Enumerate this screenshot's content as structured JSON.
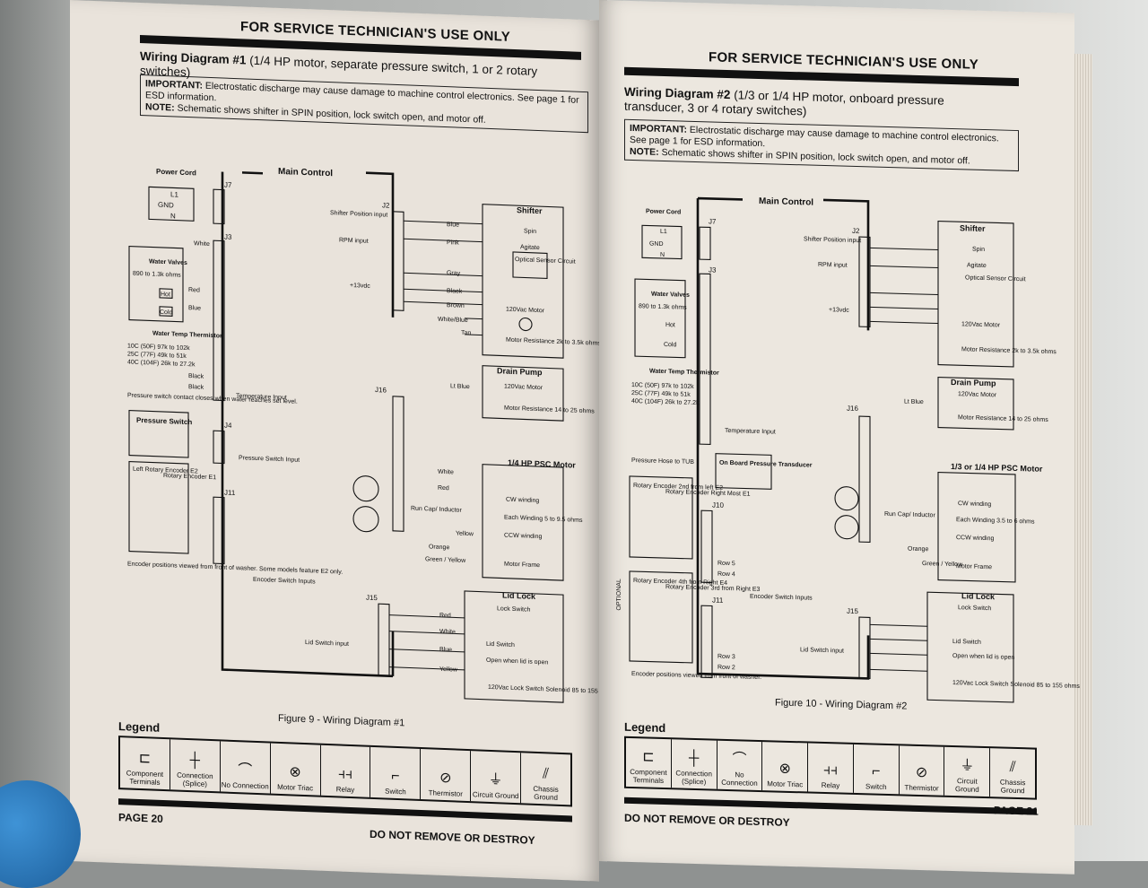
{
  "left": {
    "header": "FOR SERVICE TECHNICIAN'S USE ONLY",
    "title_bold": "Wiring Diagram #1",
    "title_rest": "(1/4 HP motor, separate pressure switch, 1 or 2 rotary switches)",
    "important_label": "IMPORTANT:",
    "important_text": "Electrostatic discharge may cause damage to machine control electronics. See page 1 for ESD information.",
    "note_label": "NOTE:",
    "note_text": "Schematic shows shifter in SPIN position, lock switch open, and motor off.",
    "figure_caption": "Figure 9 - Wiring Diagram #1",
    "legend_title": "Legend",
    "page_number": "PAGE 20",
    "footer": "DO NOT REMOVE OR DESTROY",
    "diagram": {
      "main_control": "Main Control",
      "power_cord": "Power Cord",
      "l1": "L1",
      "gnd": "GND",
      "n": "N",
      "j7": "J7",
      "j3": "J3",
      "j2": "J2",
      "j4": "J4",
      "j11": "J11",
      "j16": "J16",
      "j15": "J15",
      "white": "White",
      "water_valves": "Water Valves",
      "valve_ohms": "890 to 1.3k ohms",
      "hot": "Hot",
      "cold": "Cold",
      "red": "Red",
      "blue": "Blue",
      "thermistor_title": "Water Temp Thermistor",
      "therm_10c": "10C (50F) 97k to 102k",
      "therm_25c": "25C (77F) 49k to 51k",
      "therm_40c": "40C (104F) 26k to 27.2k",
      "black": "Black",
      "pressure_note": "Pressure switch contact closes when water reaches set level.",
      "temperature_input": "Temperature Input",
      "pressure_switch": "Pressure Switch",
      "pressure_switch_input": "Pressure Switch Input",
      "left_encoder": "Left Rotary Encoder E2",
      "rotary_encoder": "Rotary Encoder E1",
      "encoder_note": "Encoder positions viewed from front of washer. Some models feature E2 only.",
      "encoder_inputs": "Encoder Switch Inputs",
      "shifter_position": "Shifter Position input",
      "rpm_input": "RPM input",
      "plus13": "+13vdc",
      "shifter": "Shifter",
      "spin": "Spin",
      "agitate": "Agitate",
      "optical": "Optical Sensor Circuit",
      "motor_120": "120Vac Motor",
      "motor_res": "Motor Resistance 2k to 3.5k ohms",
      "pink": "Pink",
      "gray": "Gray",
      "brown": "Brown",
      "white_blue": "White/Blue",
      "tan": "Tan",
      "drain_pump": "Drain Pump",
      "drain_res": "Motor Resistance 14 to 25 ohms",
      "lt_blue": "Lt Blue",
      "psc_motor": "1/4 HP PSC Motor",
      "cw_winding": "CW winding",
      "each_winding": "Each Winding 5 to 9.5 ohms",
      "ccw_winding": "CCW winding",
      "motor_frame": "Motor Frame",
      "run_cap": "Run Cap/ Inductor",
      "orange": "Orange",
      "yellow": "Yellow",
      "green_yellow": "Green / Yellow",
      "lid_lock": "Lid Lock",
      "lock_switch": "Lock Switch",
      "lid_switch": "Lid Switch",
      "lid_switch_input": "Lid Switch input",
      "open_when": "Open when lid is open",
      "solenoid": "120Vac Lock Switch Solenoid 85 to 155 ohms"
    }
  },
  "right": {
    "header": "FOR SERVICE TECHNICIAN'S USE ONLY",
    "title_bold": "Wiring Diagram #2",
    "title_rest": "(1/3 or 1/4 HP motor, onboard pressure transducer, 3 or 4 rotary switches)",
    "important_label": "IMPORTANT:",
    "important_text": "Electrostatic discharge may cause damage to machine control electronics. See page 1 for ESD information.",
    "note_label": "NOTE:",
    "note_text": "Schematic shows shifter in SPIN position, lock switch open, and motor off.",
    "figure_caption": "Figure 10 - Wiring Diagram #2",
    "legend_title": "Legend",
    "page_number": "PAGE 21",
    "footer": "DO NOT REMOVE OR DESTROY",
    "diagram": {
      "main_control": "Main Control",
      "power_cord": "Power Cord",
      "j10": "J10",
      "pressure_hose": "Pressure Hose to TUB",
      "onboard": "On Board Pressure Transducer",
      "encoder2": "Rotary Encoder 2nd from left E2",
      "encoder1": "Rotary Encoder Right Most E1",
      "encoder4": "Rotary Encoder 4th from Right E4",
      "encoder3": "Rotary Encoder 3rd from Right E3",
      "optional": "OPTIONAL",
      "row5": "Row 5",
      "row4": "Row 4",
      "row3": "Row 3",
      "row2": "Row 2",
      "encoder_note": "Encoder positions viewed from front of washer.",
      "motor_res": "Motor Resistance 2k to 3.5k ohms",
      "psc_motor": "1/3 or 1/4 HP PSC Motor",
      "each_winding": "Each Winding 3.5 to 6 ohms"
    }
  },
  "legend_items": [
    {
      "label": "Component Terminals",
      "icon": "component-terminals-icon"
    },
    {
      "label": "Connection (Splice)",
      "icon": "splice-icon"
    },
    {
      "label": "No Connection",
      "icon": "no-connection-icon"
    },
    {
      "label": "Motor Triac",
      "icon": "triac-icon"
    },
    {
      "label": "Relay",
      "icon": "relay-icon"
    },
    {
      "label": "Switch",
      "icon": "switch-icon"
    },
    {
      "label": "Thermistor",
      "icon": "thermistor-icon"
    },
    {
      "label": "Circuit Ground",
      "icon": "circuit-ground-icon"
    },
    {
      "label": "Chassis Ground",
      "icon": "chassis-ground-icon"
    }
  ]
}
